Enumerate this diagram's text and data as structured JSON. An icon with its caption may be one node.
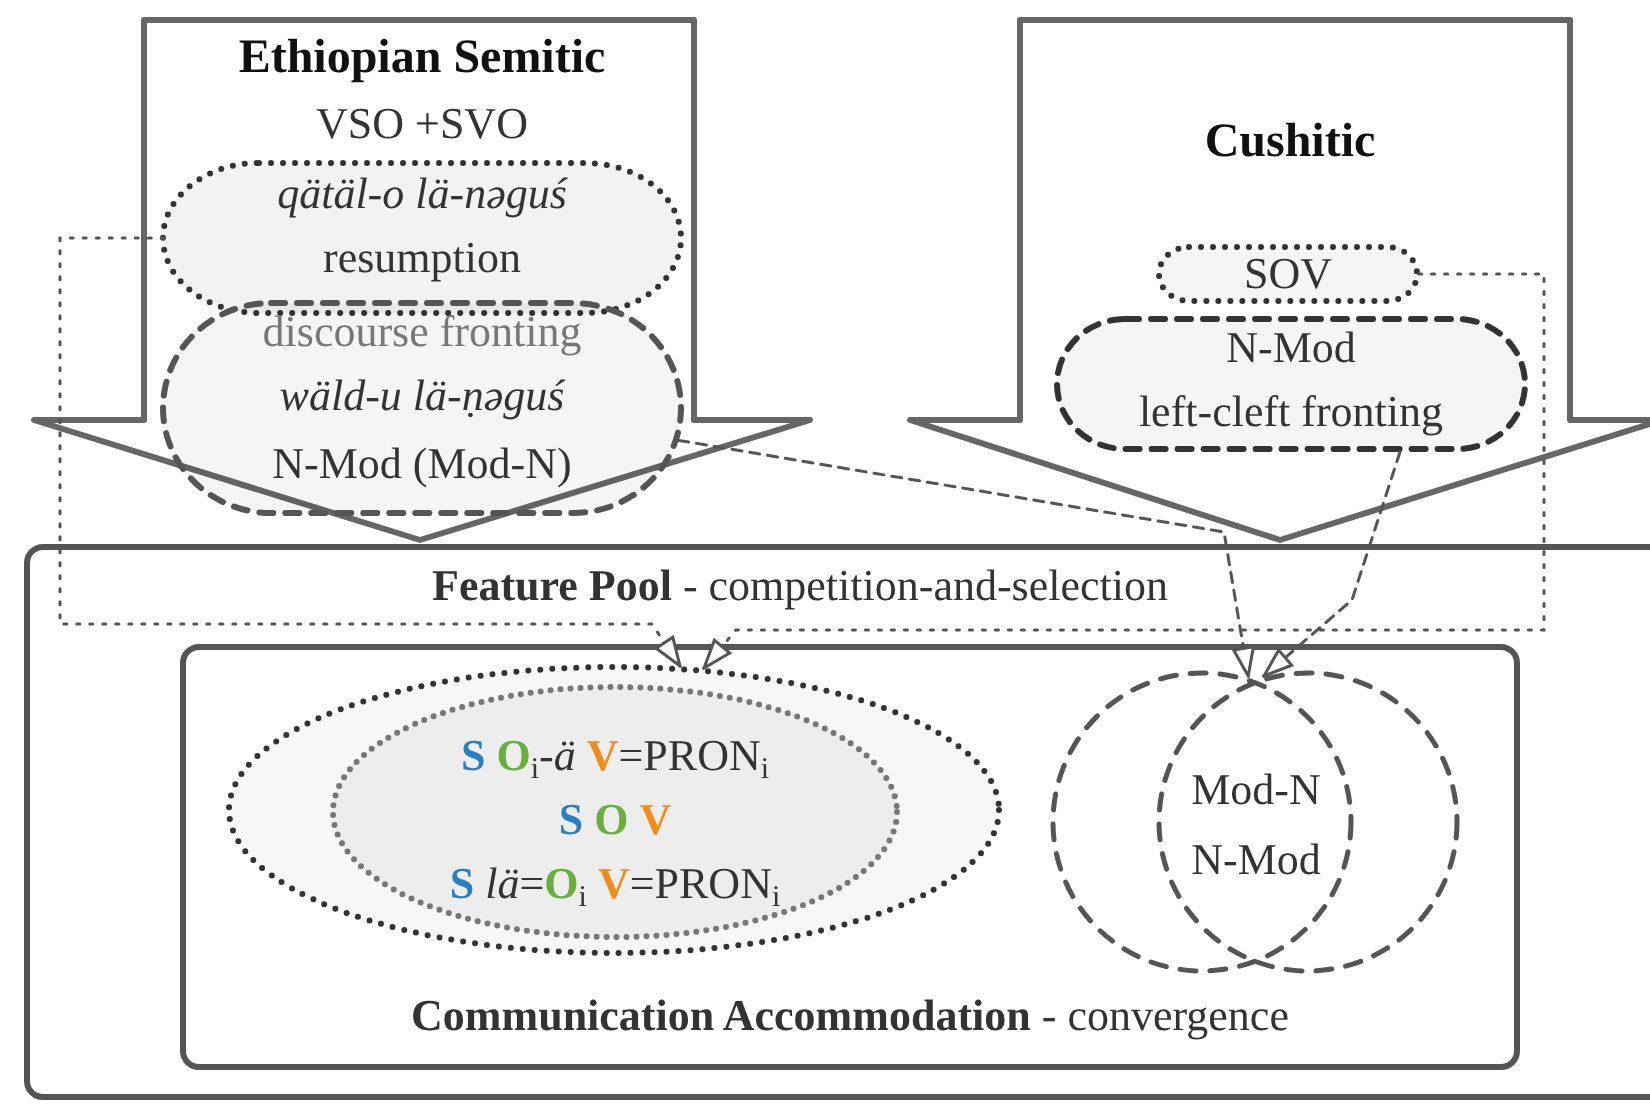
{
  "diagram": {
    "nodes": [
      {
        "text": [
          "Ethiopian Semitic",
          "VSO +SVO"
        ]
      },
      {
        "text": [
          "qätäl-o lä-nəguś",
          "resumption"
        ],
        "in": 0
      },
      {
        "text": [
          "discourse fronting",
          "wäld-u lä-ṇəguś",
          "N-Mod (Mod-N)"
        ],
        "in": 0
      },
      {
        "text": [
          "Cushitic"
        ]
      },
      {
        "text": [
          "SOV"
        ],
        "in": 3
      },
      {
        "text": [
          "N-Mod",
          "left-cleft fronting"
        ],
        "in": 3
      },
      {
        "text": [
          "**Feature Pool** - competition-and-selection"
        ]
      },
      {
        "text": [
          "**Communication Accommodation**  - convergence"
        ],
        "in": 6
      },
      {
        "text": [],
        "shape": "ellipse",
        "in": 7
      },
      {
        "text": [
          "**S** **O**$_{i}$-*ä* **V**=PRON$_{i}$",
          "**S** **O** **V**",
          "**S** *lä*=**O**$_{i}$ **V**=PRON$_{i}$"
        ],
        "in": 8
      },
      {
        "text": [],
        "shape": "circle",
        "in": 7
      },
      {
        "text": [
          "Mod-N",
          "N-Mod"
        ],
        "in": 7
      }
    ],
    "edges": [
      {
        "from": 1,
        "to": 8,
        "arrow": "to"
      },
      {
        "from": 4,
        "to": 8,
        "arrow": "to"
      },
      {
        "from": 2,
        "to": 11,
        "arrow": "to",
        "style": "dashed"
      },
      {
        "from": 5,
        "to": 11,
        "arrow": "to",
        "style": "dashed"
      }
    ]
  }
}
